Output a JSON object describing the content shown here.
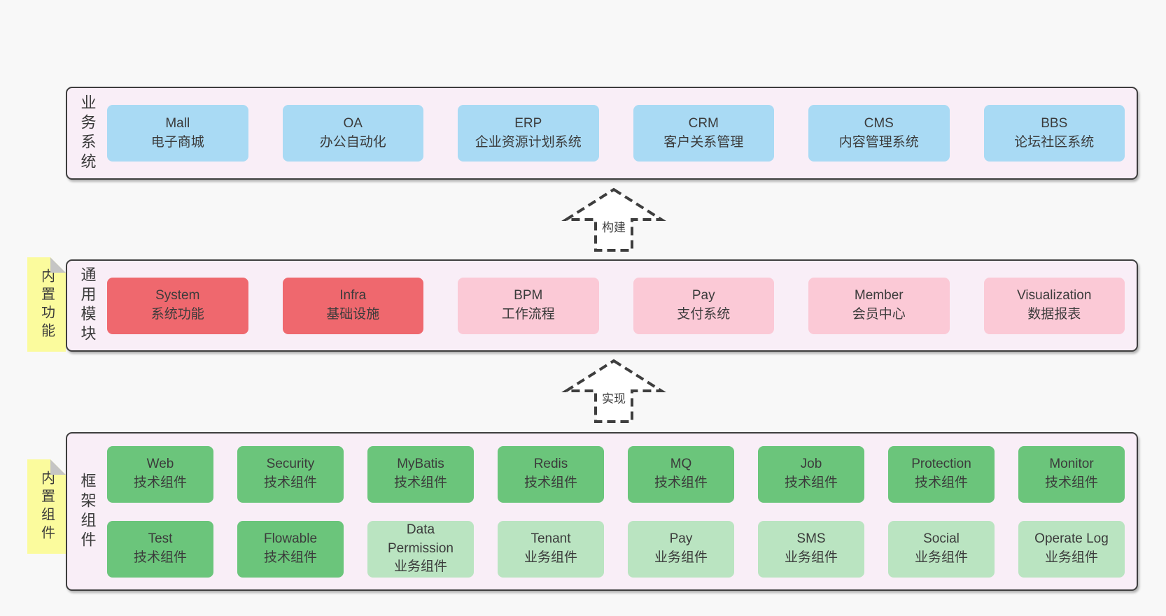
{
  "colors": {
    "page-bg": "#f8f8f8",
    "panel-bg": "#f9eef7",
    "panel-border": "#3e3e3e",
    "text": "#3b3b3b",
    "blue": "#a9daf4",
    "red": "#ef686e",
    "pink": "#fbc9d6",
    "green": "#6bc57b",
    "light-green": "#bae4c1",
    "sticky-yellow": "#fbfb9d",
    "sticky-fold": "#c5c5c5",
    "arrow-fill": "#ffffff",
    "arrow-stroke": "#3e3e3e"
  },
  "panels": {
    "business": {
      "label": "业务系统",
      "boxes": [
        {
          "en": "Mall",
          "zh": "电子商城",
          "variant": "blue"
        },
        {
          "en": "OA",
          "zh": "办公自动化",
          "variant": "blue"
        },
        {
          "en": "ERP",
          "zh": "企业资源计划系统",
          "variant": "blue"
        },
        {
          "en": "CRM",
          "zh": "客户关系管理",
          "variant": "blue"
        },
        {
          "en": "CMS",
          "zh": "内容管理系统",
          "variant": "blue"
        },
        {
          "en": "BBS",
          "zh": "论坛社区系统",
          "variant": "blue"
        }
      ]
    },
    "modules": {
      "label": "通用模块",
      "sticky": "内置功能",
      "boxes": [
        {
          "en": "System",
          "zh": "系统功能",
          "variant": "red"
        },
        {
          "en": "Infra",
          "zh": "基础设施",
          "variant": "red"
        },
        {
          "en": "BPM",
          "zh": "工作流程",
          "variant": "pink"
        },
        {
          "en": "Pay",
          "zh": "支付系统",
          "variant": "pink"
        },
        {
          "en": "Member",
          "zh": "会员中心",
          "variant": "pink"
        },
        {
          "en": "Visualization",
          "zh": "数据报表",
          "variant": "pink"
        }
      ]
    },
    "components": {
      "label": "框架组件",
      "sticky": "内置组件",
      "row1": [
        {
          "en": "Web",
          "zh": "技术组件",
          "variant": "green"
        },
        {
          "en": "Security",
          "zh": "技术组件",
          "variant": "green"
        },
        {
          "en": "MyBatis",
          "zh": "技术组件",
          "variant": "green"
        },
        {
          "en": "Redis",
          "zh": "技术组件",
          "variant": "green"
        },
        {
          "en": "MQ",
          "zh": "技术组件",
          "variant": "green"
        },
        {
          "en": "Job",
          "zh": "技术组件",
          "variant": "green"
        },
        {
          "en": "Protection",
          "zh": "技术组件",
          "variant": "green"
        },
        {
          "en": "Monitor",
          "zh": "技术组件",
          "variant": "green"
        }
      ],
      "row2": [
        {
          "en": "Test",
          "zh": "技术组件",
          "variant": "green"
        },
        {
          "en": "Flowable",
          "zh": "技术组件",
          "variant": "green"
        },
        {
          "en": "Data Permission",
          "zh": "业务组件",
          "variant": "light-green"
        },
        {
          "en": "Tenant",
          "zh": "业务组件",
          "variant": "light-green"
        },
        {
          "en": "Pay",
          "zh": "业务组件",
          "variant": "light-green"
        },
        {
          "en": "SMS",
          "zh": "业务组件",
          "variant": "light-green"
        },
        {
          "en": "Social",
          "zh": "业务组件",
          "variant": "light-green"
        },
        {
          "en": "Operate Log",
          "zh": "业务组件",
          "variant": "light-green"
        }
      ]
    }
  },
  "arrows": {
    "build": "构建",
    "implement": "实现"
  }
}
